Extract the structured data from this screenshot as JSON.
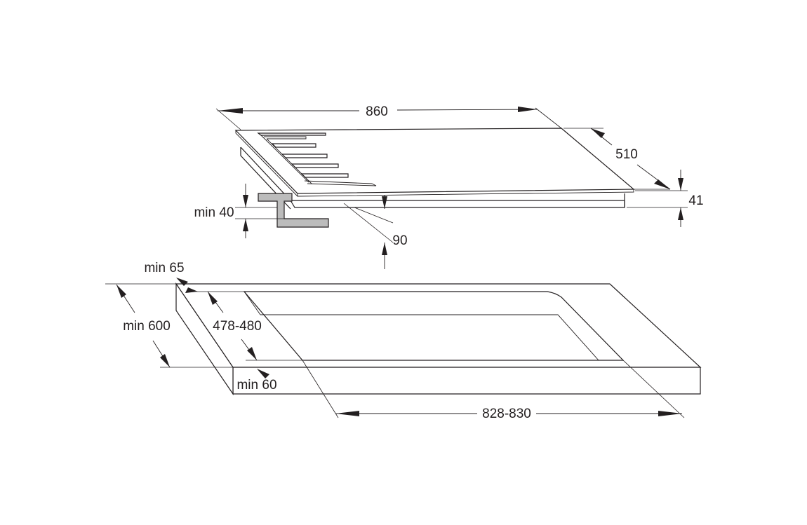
{
  "hob": {
    "width": "860",
    "depth": "510",
    "height": "41",
    "clearance_below": "90",
    "min_gap": "min 40"
  },
  "cutout": {
    "front_min": "min 65",
    "depth_min": "min 600",
    "cut_depth": "478-480",
    "side_min": "min 60",
    "cut_width": "828-830"
  }
}
